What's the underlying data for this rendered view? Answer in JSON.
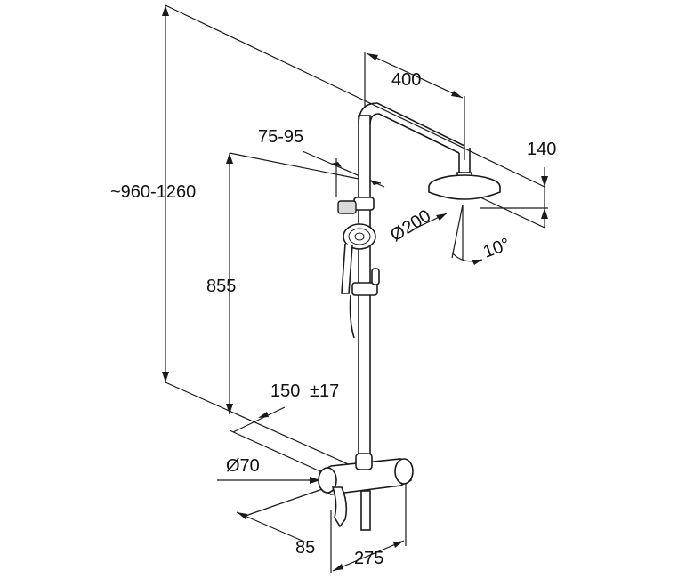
{
  "dimensions": {
    "total_height": "~960-1260",
    "arm_length": "400",
    "head_height": "140",
    "holder_range": "75-95",
    "head_diameter": "Ø200",
    "tilt_angle": "10°",
    "holder_height": "855",
    "centres": "150",
    "centres_tolerance": "±17",
    "escutcheon_diameter": "Ø70",
    "projection": "85",
    "mixer_width": "275"
  },
  "colors": {
    "line": "#1a1a1a",
    "text": "#111111",
    "fill": "#d9d9d9"
  }
}
